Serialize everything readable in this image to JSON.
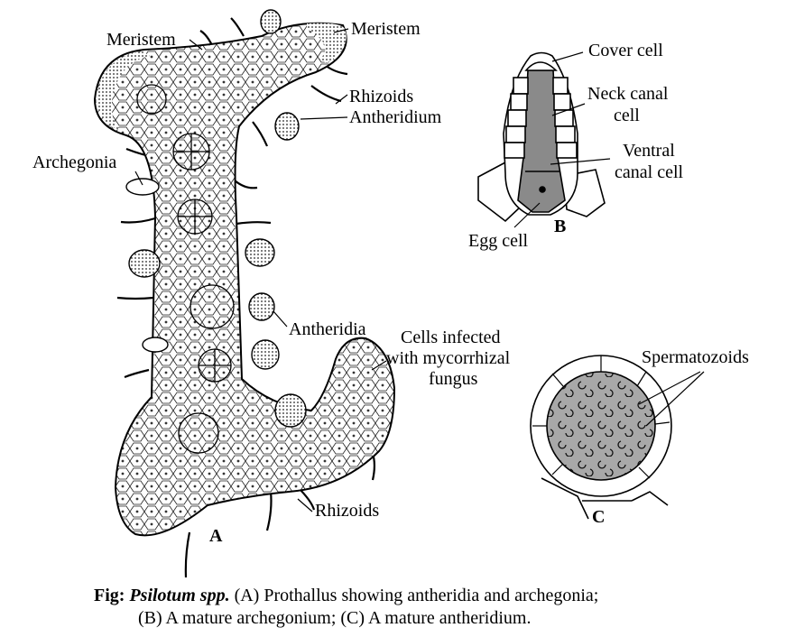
{
  "labels": {
    "meristem_left": "Meristem",
    "meristem_right": "Meristem",
    "rhizoids_top": "Rhizoids",
    "antheridium": "Antheridium",
    "archegonia": "Archegonia",
    "antheridia": "Antheridia",
    "infected_l1": "Cells infected",
    "infected_l2": "with mycorrhizal",
    "infected_l3": "fungus",
    "rhizoids_bottom": "Rhizoids",
    "cover_cell": "Cover cell",
    "neck_canal_l1": "Neck canal",
    "neck_canal_l2": "cell",
    "ventral_l1": "Ventral",
    "ventral_l2": "canal cell",
    "egg_cell": "Egg cell",
    "spermatozoids": "Spermatozoids"
  },
  "panels": {
    "a": "A",
    "b": "B",
    "c": "C"
  },
  "caption": {
    "fig": "Fig:",
    "genus": "Psilotum spp.",
    "line1_rest": "(A) Prothallus showing antheridia and archegonia;",
    "line2": "(B) A mature archegonium; (C) A mature antheridium."
  },
  "colors": {
    "ink": "#000000",
    "canal_fill": "#8a8a8a",
    "antheridium_fill": "#a8a8a8",
    "paper": "#ffffff"
  }
}
